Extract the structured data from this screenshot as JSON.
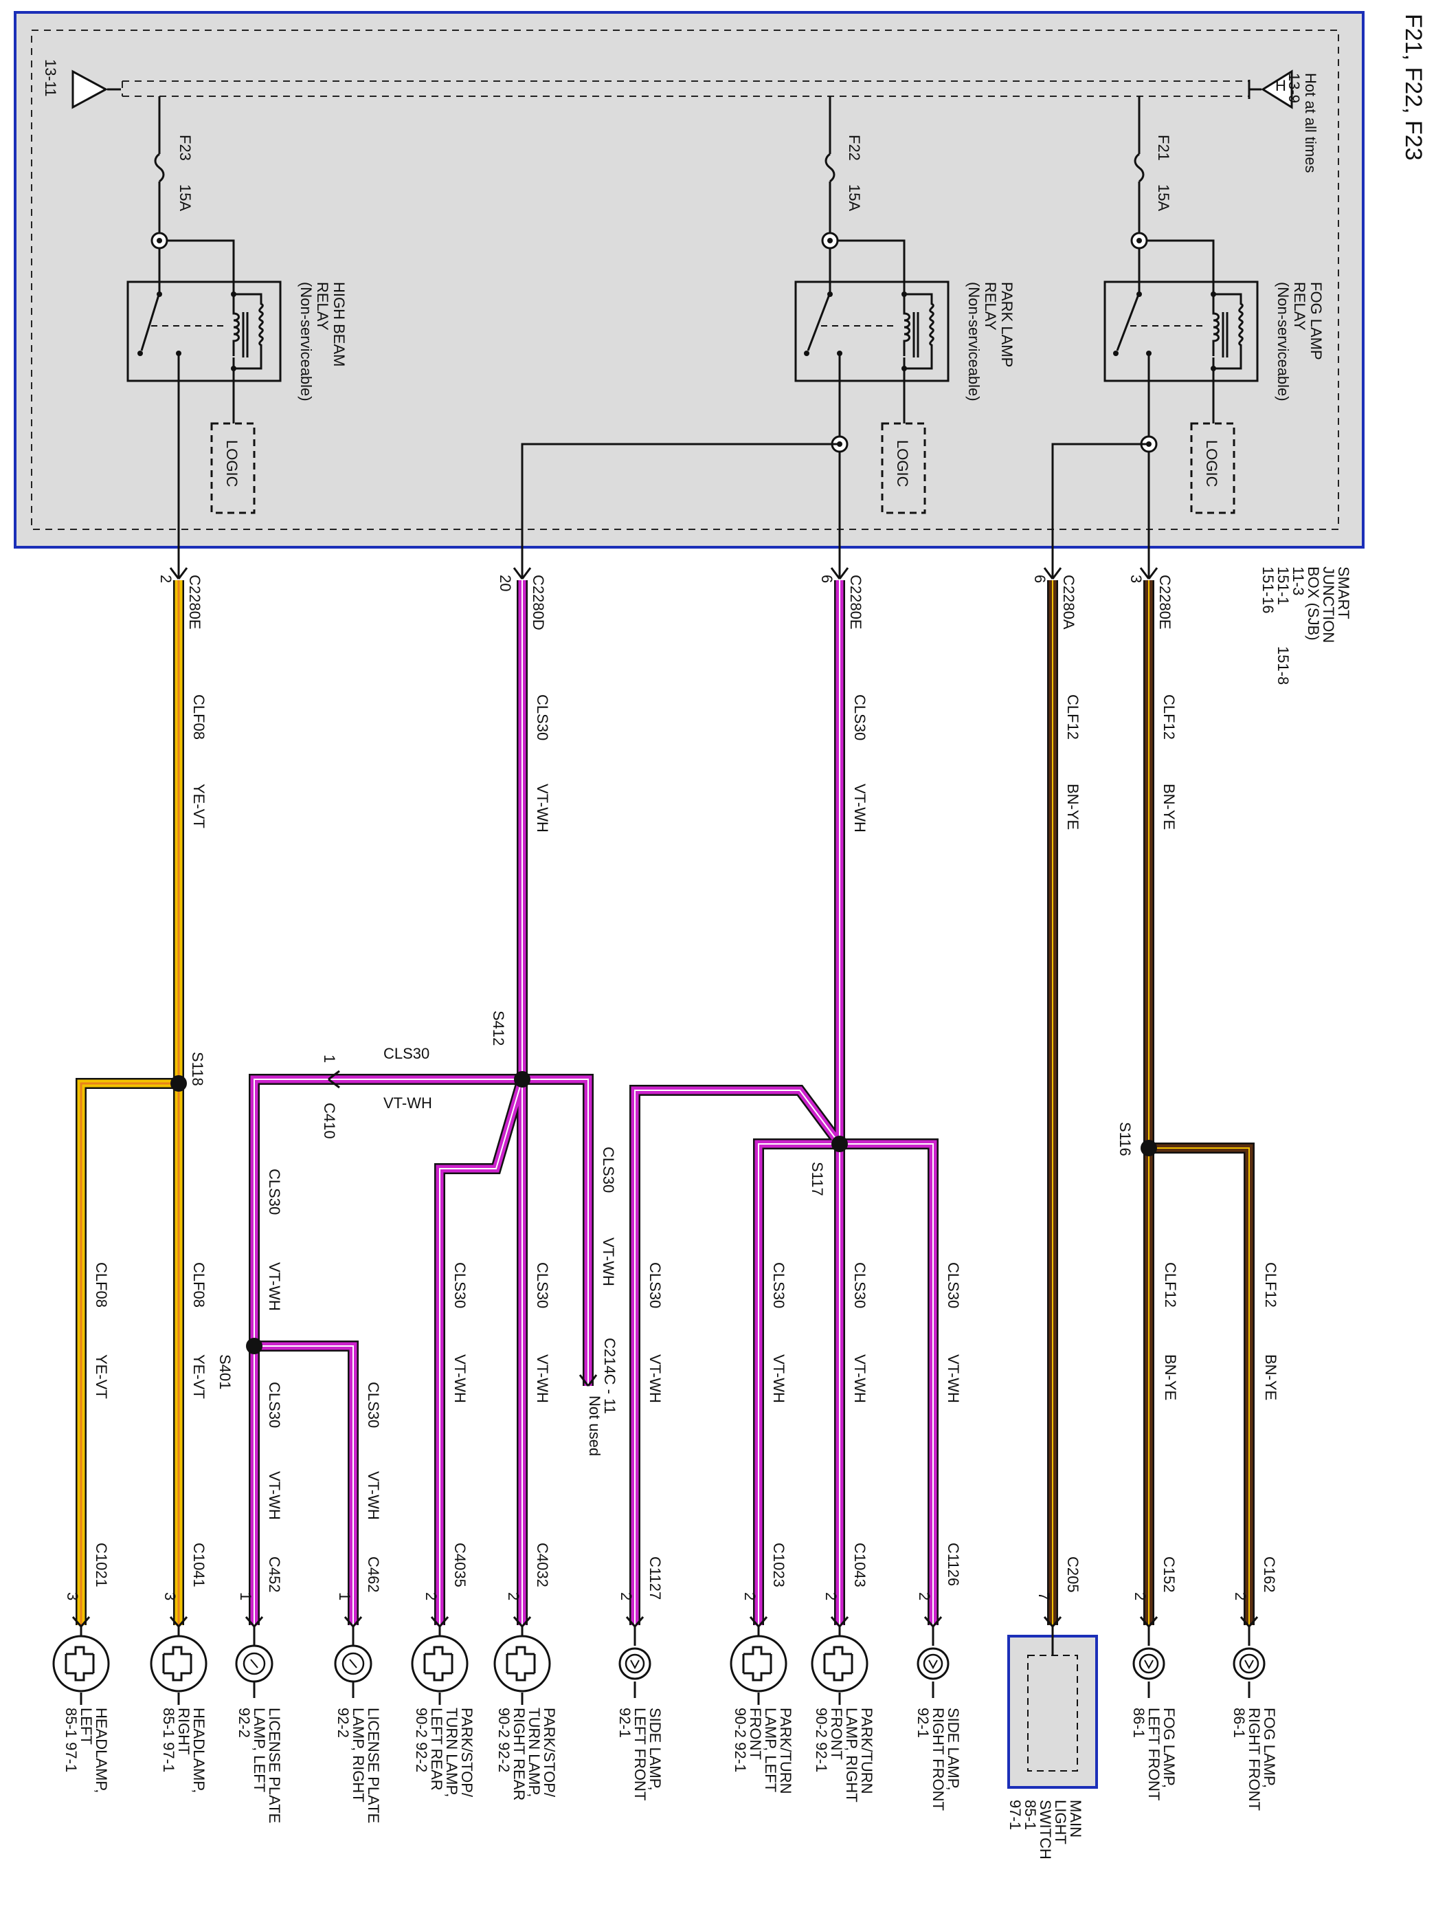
{
  "page_title": "F21, F22, F23",
  "sjb": {
    "name_lines": [
      "SMART",
      "JUNCTION",
      "BOX (SJB)"
    ],
    "refs": [
      "11-3",
      "151-1",
      "151-8",
      "151-16"
    ],
    "hot_label": "Hot at all times",
    "hot_ref": "13-9",
    "bus_ref": "13-11",
    "logic_label": "LOGIC"
  },
  "fuses": [
    {
      "id": "F21",
      "amps": "15A"
    },
    {
      "id": "F22",
      "amps": "15A"
    },
    {
      "id": "F23",
      "amps": "15A"
    }
  ],
  "relays": [
    {
      "name_lines": [
        "FOG LAMP",
        "RELAY",
        "(Non-serviceable)"
      ]
    },
    {
      "name_lines": [
        "PARK LAMP",
        "RELAY",
        "(Non-serviceable)"
      ]
    },
    {
      "name_lines": [
        "HIGH BEAM",
        "RELAY",
        "(Non-serviceable)"
      ]
    }
  ],
  "connectors_sjb": [
    {
      "name": "C2280E",
      "pin": "3"
    },
    {
      "name": "C2280A",
      "pin": "6"
    },
    {
      "name": "C2280E",
      "pin": "6"
    },
    {
      "name": "C2280D",
      "pin": "20"
    },
    {
      "name": "C2280E",
      "pin": "2"
    }
  ],
  "wires": {
    "clf12": "CLF12",
    "bn_ye": "BN-YE",
    "cls30": "CLS30",
    "vt_wh": "VT-WH",
    "clf08": "CLF08",
    "ye_vt": "YE-VT"
  },
  "splices": {
    "s116": "S116",
    "s117": "S117",
    "s412": "S412",
    "s118": "S118",
    "s401": "S401"
  },
  "inline": {
    "c410": "C410",
    "c410_pin": "1",
    "c214": "C214C - 11",
    "not_used": "Not used"
  },
  "components": [
    {
      "connector": "C162",
      "pin": "2",
      "lines": [
        "FOG LAMP,",
        "RIGHT FRONT",
        "86-1"
      ]
    },
    {
      "connector": "C152",
      "pin": "2",
      "lines": [
        "FOG LAMP,",
        "LEFT FRONT",
        "86-1"
      ]
    },
    {
      "connector": "C205",
      "pin": "7",
      "lines": [
        "MAIN",
        "LIGHT",
        "SWITCH",
        "85-1",
        "97-1"
      ]
    },
    {
      "connector": "C1126",
      "pin": "2",
      "lines": [
        "SIDE LAMP,",
        "RIGHT FRONT",
        "92-1"
      ]
    },
    {
      "connector": "C1043",
      "pin": "2",
      "lines": [
        "PARK/TURN",
        "LAMP, RIGHT",
        "FRONT",
        "90-2    92-1"
      ]
    },
    {
      "connector": "C1023",
      "pin": "2",
      "lines": [
        "PARK/TURN",
        "LAMP, LEFT",
        "FRONT",
        "90-2    92-1"
      ]
    },
    {
      "connector": "C1127",
      "pin": "2",
      "lines": [
        "SIDE LAMP,",
        "LEFT FRONT",
        "92-1"
      ]
    },
    {
      "connector": "C4032",
      "pin": "2",
      "lines": [
        "PARK/STOP/",
        "TURN LAMP,",
        "RIGHT REAR",
        "90-2    92-2"
      ]
    },
    {
      "connector": "C4035",
      "pin": "2",
      "lines": [
        "PARK/STOP/",
        "TURN LAMP,",
        "LEFT REAR",
        "90-2    92-2"
      ]
    },
    {
      "connector": "C462",
      "pin": "1",
      "lines": [
        "LICENSE PLATE",
        "LAMP, RIGHT",
        "92-2"
      ]
    },
    {
      "connector": "C452",
      "pin": "1",
      "lines": [
        "LICENSE PLATE",
        "LAMP, LEFT",
        "92-2"
      ]
    },
    {
      "connector": "C1041",
      "pin": "3",
      "lines": [
        "HEADLAMP,",
        "RIGHT",
        "85-1    97-1"
      ]
    },
    {
      "connector": "C1021",
      "pin": "3",
      "lines": [
        "HEADLAMP,",
        "LEFT",
        "85-1    97-1"
      ]
    }
  ],
  "colors": {
    "frame_blue": "#1b2fb8",
    "panel_gray": "#dcdcdc",
    "violet": "#cc22cc",
    "brown": "#5a2e10",
    "yellow": "#f2c200",
    "orange": "#e8831a",
    "black": "#111111"
  }
}
